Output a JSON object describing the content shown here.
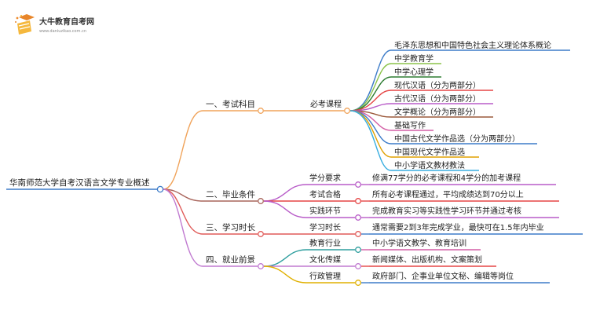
{
  "logo": {
    "title": "大牛教育自考网",
    "url": "www.daniuzikao.com.cn",
    "icon": "graduation-cap-book-icon"
  },
  "root": {
    "label": "华南师范大学自考汉语言文学专业概述"
  },
  "colors": {
    "root": "#3d7cc9",
    "exam": "#f0a35a",
    "condition": "#a9655c",
    "duration": "#e05a58",
    "career": "#c07ad0",
    "leaf_palette": [
      "#3d7cc9",
      "#8bc34a",
      "#2e7d32",
      "#e54646",
      "#b85cc8",
      "#9c5a3c",
      "#d35fa6",
      "#3d7cc9",
      "#e0a000",
      "#39aee0"
    ]
  },
  "branches": [
    {
      "label": "一、考试科目",
      "subs": [
        {
          "label": "必考课程",
          "leaves": [
            "毛泽东思想和中国特色社会主义理论体系概论",
            "中学教育学",
            "中学心理学",
            "现代汉语（分为两部分）",
            "古代汉语（分为两部分）",
            "文学概论（分为两部分）",
            "基础写作",
            "中国古代文学作品选（分为两部分）",
            "中国现代文学作品选",
            "中小学语文教材教法"
          ]
        }
      ]
    },
    {
      "label": "二、毕业条件",
      "subs": [
        {
          "label": "学分要求",
          "leaves": [
            "修满77学分的必考课程和4学分的加考课程"
          ]
        },
        {
          "label": "考试合格",
          "leaves": [
            "所有必考课程通过，平均成绩达到70分以上"
          ]
        },
        {
          "label": "实践环节",
          "leaves": [
            "完成教育实习等实践性学习环节并通过考核"
          ]
        }
      ]
    },
    {
      "label": "三、学习时长",
      "subs": [
        {
          "label": "学习时长",
          "leaves": [
            "通常需要2到3年完成学业，最快可在1.5年内毕业"
          ]
        }
      ]
    },
    {
      "label": "四、就业前景",
      "subs": [
        {
          "label": "教育行业",
          "leaves": [
            "中小学语文教学、教育培训"
          ]
        },
        {
          "label": "文化传媒",
          "leaves": [
            "新闻媒体、出版机构、文案策划"
          ]
        },
        {
          "label": "行政管理",
          "leaves": [
            "政府部门、企事业单位文秘、编辑等岗位"
          ]
        }
      ]
    }
  ]
}
